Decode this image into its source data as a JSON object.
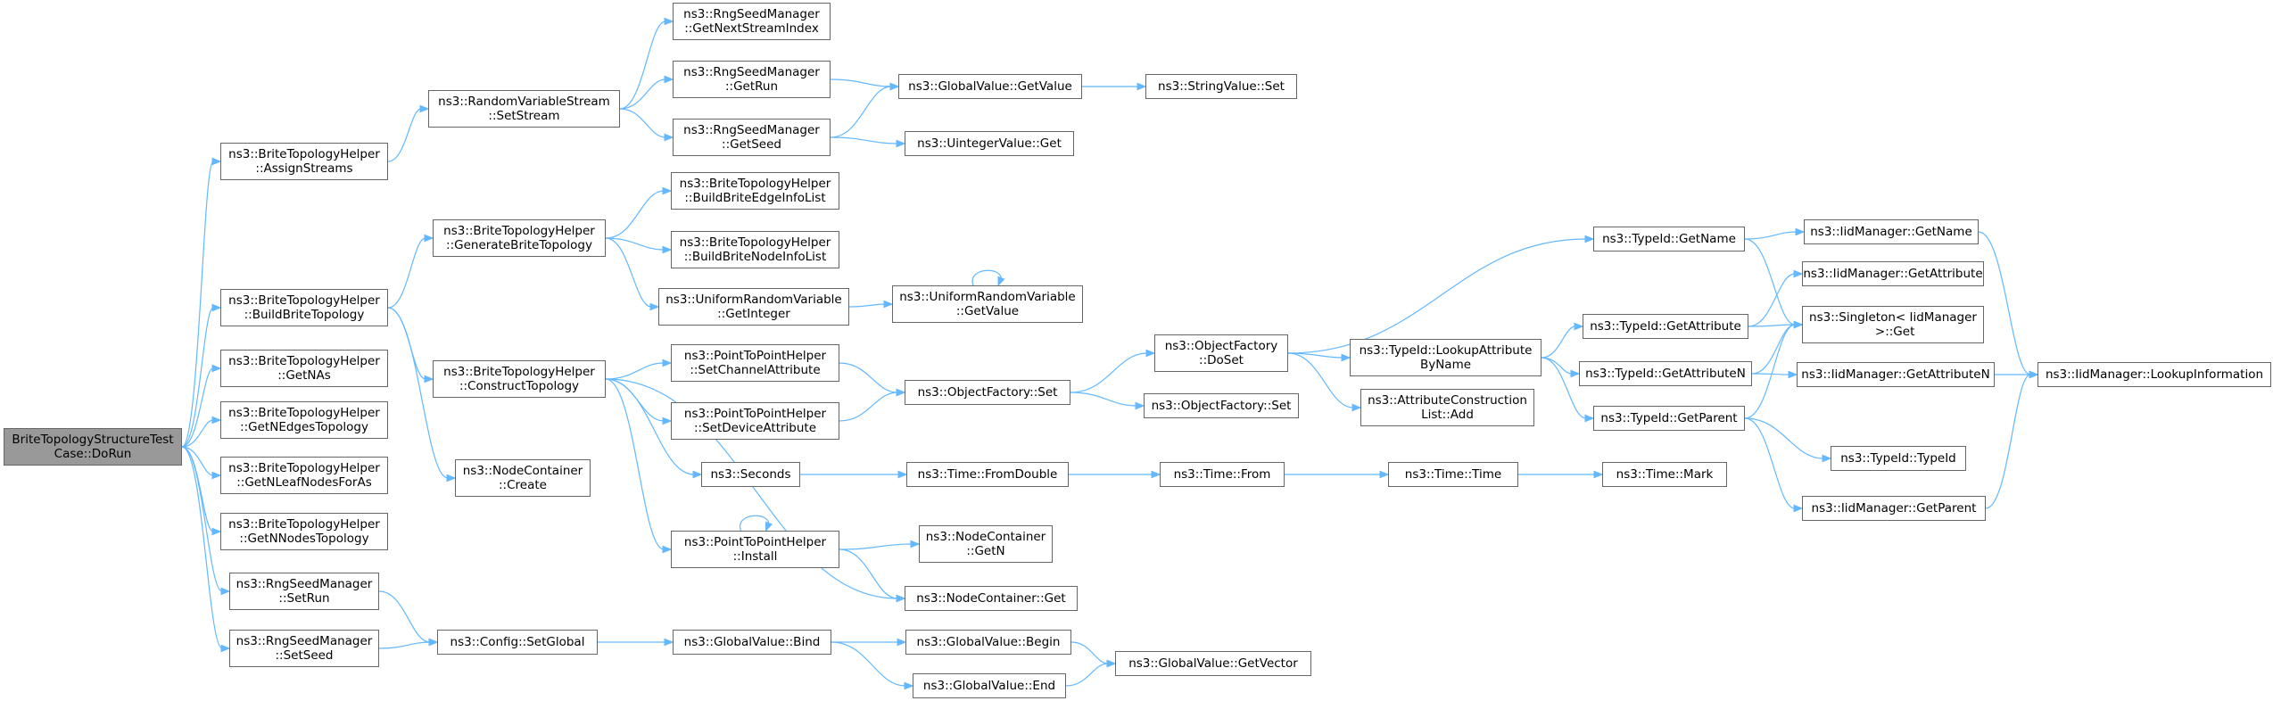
{
  "graph": {
    "root_color": "#999999",
    "node_border_color": "#666666",
    "edge_color": "#63b8ff",
    "nodes": [
      {
        "id": "root",
        "label": "BriteTopologyStructureTest\nCase::DoRun"
      },
      {
        "id": "assignStreams",
        "label": "ns3::BriteTopologyHelper\n::AssignStreams"
      },
      {
        "id": "buildBrite",
        "label": "ns3::BriteTopologyHelper\n::BuildBriteTopology"
      },
      {
        "id": "getNAs",
        "label": "ns3::BriteTopologyHelper\n::GetNAs"
      },
      {
        "id": "getNEdges",
        "label": "ns3::BriteTopologyHelper\n::GetNEdgesTopology"
      },
      {
        "id": "getNLeaf",
        "label": "ns3::BriteTopologyHelper\n::GetNLeafNodesForAs"
      },
      {
        "id": "getNNodes",
        "label": "ns3::BriteTopologyHelper\n::GetNNodesTopology"
      },
      {
        "id": "setRun",
        "label": "ns3::RngSeedManager\n::SetRun"
      },
      {
        "id": "setSeed",
        "label": "ns3::RngSeedManager\n::SetSeed"
      },
      {
        "id": "rvSetStream",
        "label": "ns3::RandomVariableStream\n::SetStream"
      },
      {
        "id": "generateBrite",
        "label": "ns3::BriteTopologyHelper\n::GenerateBriteTopology"
      },
      {
        "id": "constructTopo",
        "label": "ns3::BriteTopologyHelper\n::ConstructTopology"
      },
      {
        "id": "ncCreate",
        "label": "ns3::NodeContainer\n::Create"
      },
      {
        "id": "configSetGlobal",
        "label": "ns3::Config::SetGlobal"
      },
      {
        "id": "rngNextStream",
        "label": "ns3::RngSeedManager\n::GetNextStreamIndex"
      },
      {
        "id": "rngGetRun",
        "label": "ns3::RngSeedManager\n::GetRun"
      },
      {
        "id": "rngGetSeed",
        "label": "ns3::RngSeedManager\n::GetSeed"
      },
      {
        "id": "buildEdgeInfo",
        "label": "ns3::BriteTopologyHelper\n::BuildBriteEdgeInfoList"
      },
      {
        "id": "buildNodeInfo",
        "label": "ns3::BriteTopologyHelper\n::BuildBriteNodeInfoList"
      },
      {
        "id": "urvGetInteger",
        "label": "ns3::UniformRandomVariable\n::GetInteger"
      },
      {
        "id": "p2pSetChannel",
        "label": "ns3::PointToPointHelper\n::SetChannelAttribute"
      },
      {
        "id": "p2pSetDevice",
        "label": "ns3::PointToPointHelper\n::SetDeviceAttribute"
      },
      {
        "id": "seconds",
        "label": "ns3::Seconds"
      },
      {
        "id": "p2pInstall",
        "label": "ns3::PointToPointHelper\n::Install"
      },
      {
        "id": "gvBind",
        "label": "ns3::GlobalValue::Bind"
      },
      {
        "id": "gvGetValue",
        "label": "ns3::GlobalValue::GetValue"
      },
      {
        "id": "uintGet",
        "label": "ns3::UintegerValue::Get"
      },
      {
        "id": "urvGetValue",
        "label": "ns3::UniformRandomVariable\n::GetValue"
      },
      {
        "id": "ofSet",
        "label": "ns3::ObjectFactory::Set"
      },
      {
        "id": "timeFromDouble",
        "label": "ns3::Time::FromDouble"
      },
      {
        "id": "ncGetN",
        "label": "ns3::NodeContainer\n::GetN"
      },
      {
        "id": "ncGet",
        "label": "ns3::NodeContainer::Get"
      },
      {
        "id": "gvBegin",
        "label": "ns3::GlobalValue::Begin"
      },
      {
        "id": "gvEnd",
        "label": "ns3::GlobalValue::End"
      },
      {
        "id": "gvGetVector",
        "label": "ns3::GlobalValue::GetVector"
      },
      {
        "id": "stringSet",
        "label": "ns3::StringValue::Set"
      },
      {
        "id": "ofDoSet",
        "label": "ns3::ObjectFactory\n::DoSet"
      },
      {
        "id": "ofSet2",
        "label": "ns3::ObjectFactory::Set"
      },
      {
        "id": "timeFrom",
        "label": "ns3::Time::From"
      },
      {
        "id": "tiLookupAttr",
        "label": "ns3::TypeId::LookupAttribute\nByName"
      },
      {
        "id": "attrConstrAdd",
        "label": "ns3::AttributeConstruction\nList::Add"
      },
      {
        "id": "tiGetName",
        "label": "ns3::TypeId::GetName"
      },
      {
        "id": "timeTime",
        "label": "ns3::Time::Time"
      },
      {
        "id": "tiGetAttribute",
        "label": "ns3::TypeId::GetAttribute"
      },
      {
        "id": "tiGetAttributeN",
        "label": "ns3::TypeId::GetAttributeN"
      },
      {
        "id": "tiGetParent",
        "label": "ns3::TypeId::GetParent"
      },
      {
        "id": "timeMark",
        "label": "ns3::Time::Mark"
      },
      {
        "id": "iidGetName",
        "label": "ns3::IidManager::GetName"
      },
      {
        "id": "iidGetAttribute",
        "label": "ns3::IidManager::GetAttribute"
      },
      {
        "id": "singletonGet",
        "label": "ns3::Singleton< IidManager\n >::Get"
      },
      {
        "id": "iidGetAttributeN",
        "label": "ns3::IidManager::GetAttributeN"
      },
      {
        "id": "tiTypeId",
        "label": "ns3::TypeId::TypeId"
      },
      {
        "id": "iidGetParent",
        "label": "ns3::IidManager::GetParent"
      },
      {
        "id": "iidLookupInfo",
        "label": "ns3::IidManager::LookupInformation"
      }
    ],
    "edges": [
      [
        "root",
        "assignStreams"
      ],
      [
        "root",
        "buildBrite"
      ],
      [
        "root",
        "getNAs"
      ],
      [
        "root",
        "getNEdges"
      ],
      [
        "root",
        "getNLeaf"
      ],
      [
        "root",
        "getNNodes"
      ],
      [
        "root",
        "setRun"
      ],
      [
        "root",
        "setSeed"
      ],
      [
        "assignStreams",
        "rvSetStream"
      ],
      [
        "buildBrite",
        "generateBrite"
      ],
      [
        "buildBrite",
        "constructTopo"
      ],
      [
        "buildBrite",
        "ncCreate"
      ],
      [
        "setRun",
        "configSetGlobal"
      ],
      [
        "setSeed",
        "configSetGlobal"
      ],
      [
        "rvSetStream",
        "rngNextStream"
      ],
      [
        "rvSetStream",
        "rngGetRun"
      ],
      [
        "rvSetStream",
        "rngGetSeed"
      ],
      [
        "generateBrite",
        "buildEdgeInfo"
      ],
      [
        "generateBrite",
        "buildNodeInfo"
      ],
      [
        "generateBrite",
        "urvGetInteger"
      ],
      [
        "constructTopo",
        "p2pSetChannel"
      ],
      [
        "constructTopo",
        "p2pSetDevice"
      ],
      [
        "constructTopo",
        "seconds"
      ],
      [
        "constructTopo",
        "p2pInstall"
      ],
      [
        "constructTopo",
        "ncGet"
      ],
      [
        "configSetGlobal",
        "gvBind"
      ],
      [
        "rngGetRun",
        "gvGetValue"
      ],
      [
        "rngGetSeed",
        "gvGetValue"
      ],
      [
        "rngGetSeed",
        "uintGet"
      ],
      [
        "urvGetInteger",
        "urvGetValue"
      ],
      [
        "urvGetValue",
        "urvGetValue"
      ],
      [
        "p2pSetChannel",
        "ofSet"
      ],
      [
        "p2pSetDevice",
        "ofSet"
      ],
      [
        "seconds",
        "timeFromDouble"
      ],
      [
        "p2pInstall",
        "p2pInstall"
      ],
      [
        "p2pInstall",
        "ncGetN"
      ],
      [
        "p2pInstall",
        "ncGet"
      ],
      [
        "gvBind",
        "gvBegin"
      ],
      [
        "gvBind",
        "gvEnd"
      ],
      [
        "gvGetValue",
        "stringSet"
      ],
      [
        "ofSet",
        "ofDoSet"
      ],
      [
        "ofSet",
        "ofSet2"
      ],
      [
        "timeFromDouble",
        "timeFrom"
      ],
      [
        "gvBegin",
        "gvGetVector"
      ],
      [
        "gvEnd",
        "gvGetVector"
      ],
      [
        "ofDoSet",
        "tiGetName"
      ],
      [
        "ofDoSet",
        "tiLookupAttr"
      ],
      [
        "ofDoSet",
        "attrConstrAdd"
      ],
      [
        "timeFrom",
        "timeTime"
      ],
      [
        "tiLookupAttr",
        "tiGetAttribute"
      ],
      [
        "tiLookupAttr",
        "tiGetAttributeN"
      ],
      [
        "tiLookupAttr",
        "tiGetParent"
      ],
      [
        "tiGetName",
        "iidGetName"
      ],
      [
        "tiGetName",
        "singletonGet"
      ],
      [
        "timeTime",
        "timeMark"
      ],
      [
        "tiGetAttribute",
        "iidGetAttribute"
      ],
      [
        "tiGetAttribute",
        "singletonGet"
      ],
      [
        "tiGetAttributeN",
        "singletonGet"
      ],
      [
        "tiGetAttributeN",
        "iidGetAttributeN"
      ],
      [
        "tiGetParent",
        "singletonGet"
      ],
      [
        "tiGetParent",
        "tiTypeId"
      ],
      [
        "tiGetParent",
        "iidGetParent"
      ],
      [
        "iidGetName",
        "iidLookupInfo"
      ],
      [
        "iidGetAttributeN",
        "iidLookupInfo"
      ],
      [
        "iidGetParent",
        "iidLookupInfo"
      ]
    ]
  }
}
